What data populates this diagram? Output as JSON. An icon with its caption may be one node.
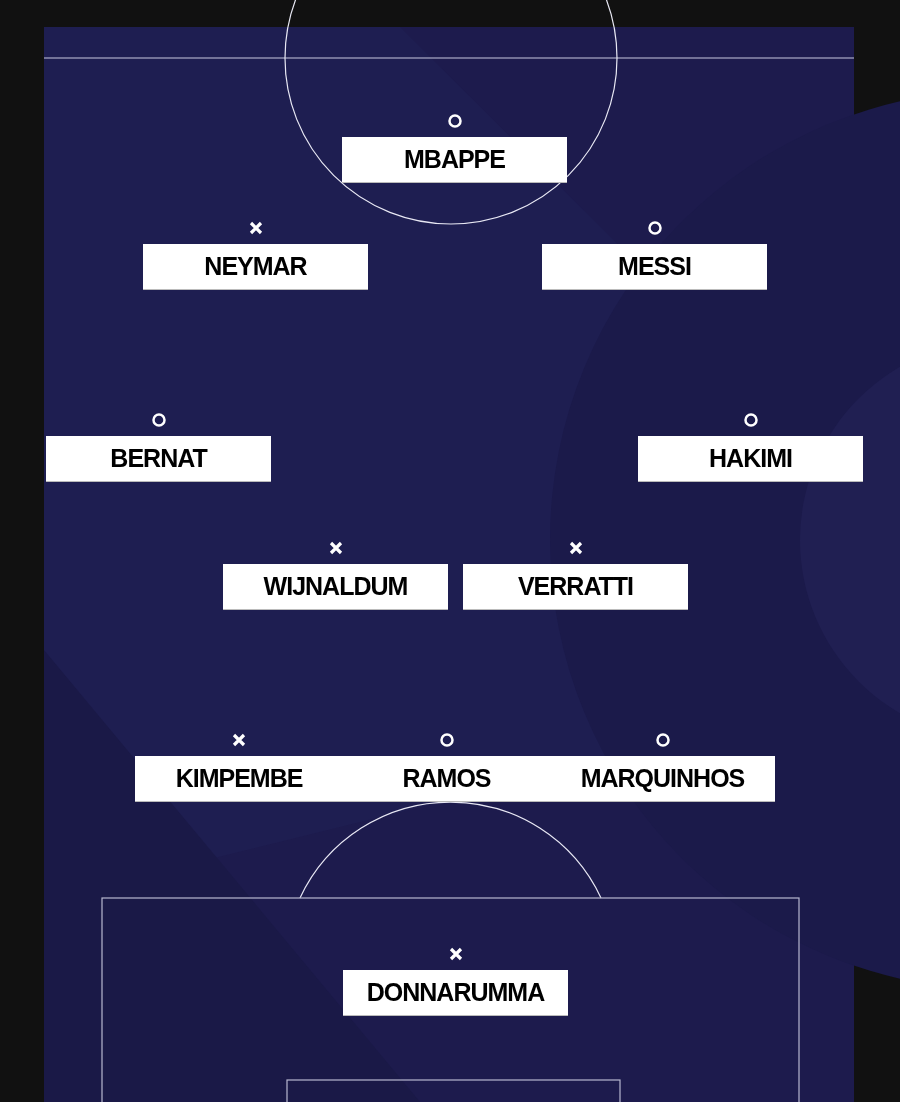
{
  "diagram": {
    "nodes": [
      {
        "text": [
          "MBAPPE"
        ]
      },
      {
        "text": [
          "NEYMAR"
        ]
      },
      {
        "text": [
          "MESSI"
        ]
      },
      {
        "text": [
          "BERNAT"
        ]
      },
      {
        "text": [
          "HAKIMI"
        ]
      },
      {
        "text": [
          "WIJNALDUM"
        ]
      },
      {
        "text": [
          "VERRATTI"
        ]
      },
      {
        "text": [
          "KIMPEMBE"
        ]
      },
      {
        "text": [
          "RAMOS"
        ]
      },
      {
        "text": [
          "MARQUINHOS"
        ]
      },
      {
        "text": [
          "DONNARUMMA"
        ]
      }
    ]
  }
}
